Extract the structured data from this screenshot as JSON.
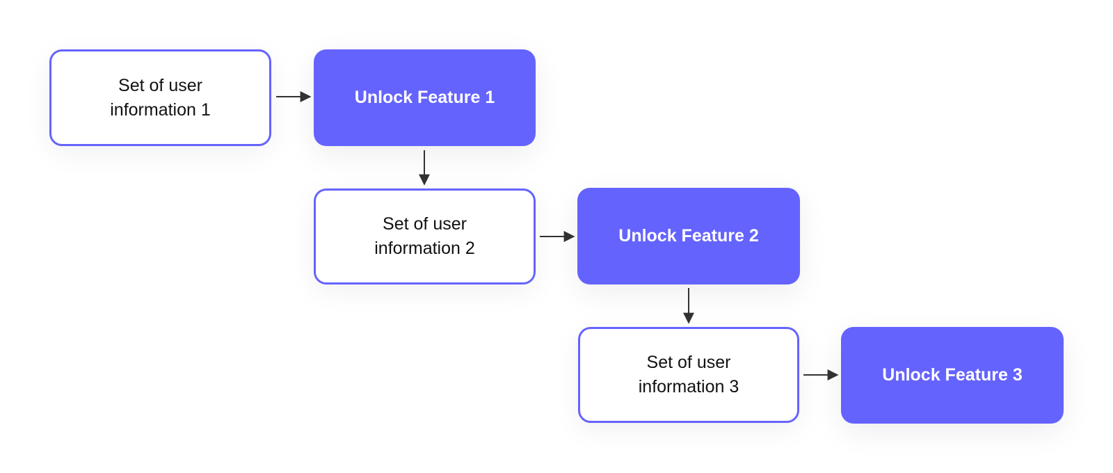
{
  "diagram": {
    "nodes": [
      {
        "id": "info-1",
        "kind": "info",
        "label": "Set of user information 1"
      },
      {
        "id": "feature-1",
        "kind": "feature",
        "label": "Unlock Feature 1"
      },
      {
        "id": "info-2",
        "kind": "info",
        "label": "Set of user information 2"
      },
      {
        "id": "feature-2",
        "kind": "feature",
        "label": "Unlock Feature 2"
      },
      {
        "id": "info-3",
        "kind": "info",
        "label": "Set of user information 3"
      },
      {
        "id": "feature-3",
        "kind": "feature",
        "label": "Unlock Feature 3"
      }
    ],
    "edges": [
      {
        "from": "info-1",
        "to": "feature-1",
        "direction": "right"
      },
      {
        "from": "feature-1",
        "to": "info-2",
        "direction": "down"
      },
      {
        "from": "info-2",
        "to": "feature-2",
        "direction": "right"
      },
      {
        "from": "feature-2",
        "to": "info-3",
        "direction": "down"
      },
      {
        "from": "info-3",
        "to": "feature-3",
        "direction": "right"
      }
    ],
    "colors": {
      "accent": "#6563fe",
      "box_fill": "#ffffff",
      "text_dark": "#111111",
      "text_light": "#ffffff",
      "arrow": "#333333"
    }
  }
}
